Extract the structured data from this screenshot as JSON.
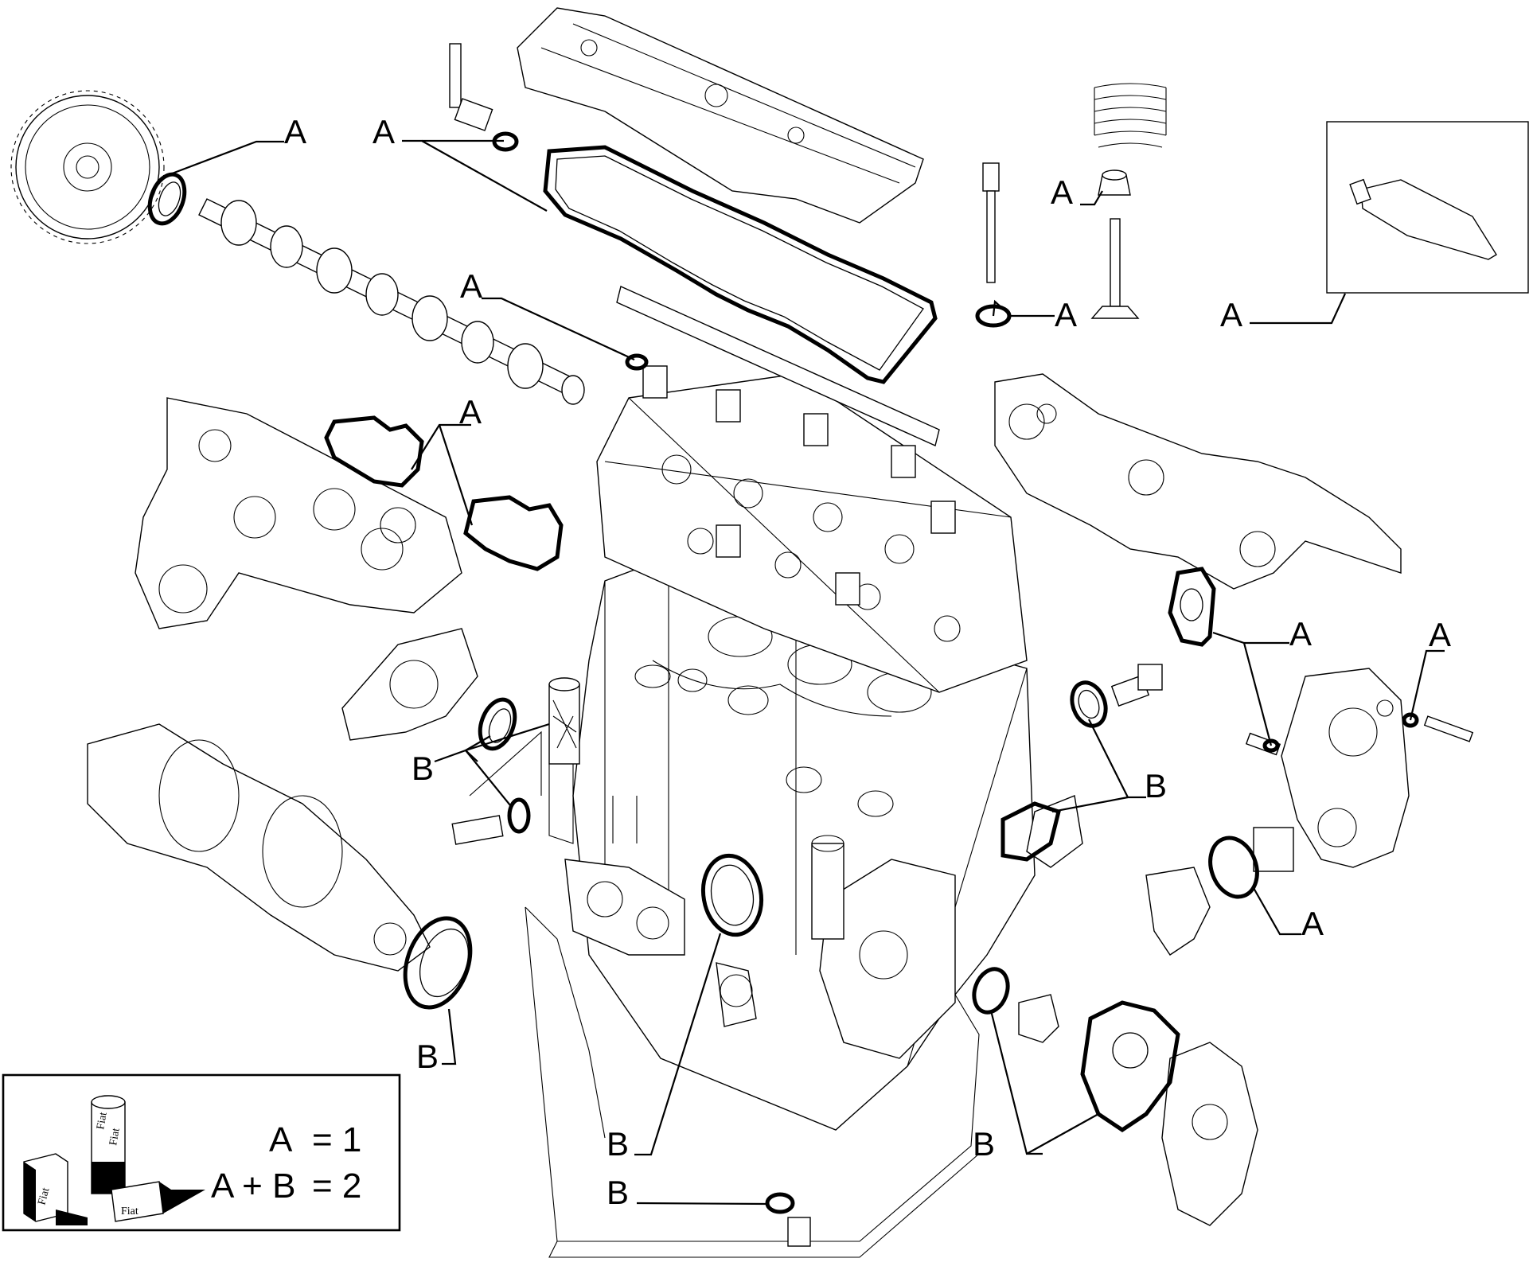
{
  "callouts": {
    "a_cam_seal": "A",
    "a_valve_cover": "A",
    "a_small_oring": "A",
    "a_intake_gasket": "A",
    "a_valve_cap": "A",
    "a_valve_seal": "A",
    "a_sealant": "A",
    "a_exhaust_gasket": "A",
    "a_pump_bolt": "A",
    "a_thermostat": "A",
    "b_crank_rear": "B",
    "b_front_seals": "B",
    "b_side_cover": "B",
    "b_oil_seal_center": "B",
    "b_drain_plug": "B",
    "b_water_pump": "B"
  },
  "legend": {
    "line1_label": "A",
    "line1_eq": "= 1",
    "line2_label": "A + B",
    "line2_eq": "= 2",
    "can_brand_1": "Fiat",
    "can_brand_2": "Fiat",
    "box_brand_1": "Fiat",
    "box_brand_2": "Fiat"
  },
  "colors": {
    "ink": "#000000",
    "paper": "#ffffff"
  }
}
